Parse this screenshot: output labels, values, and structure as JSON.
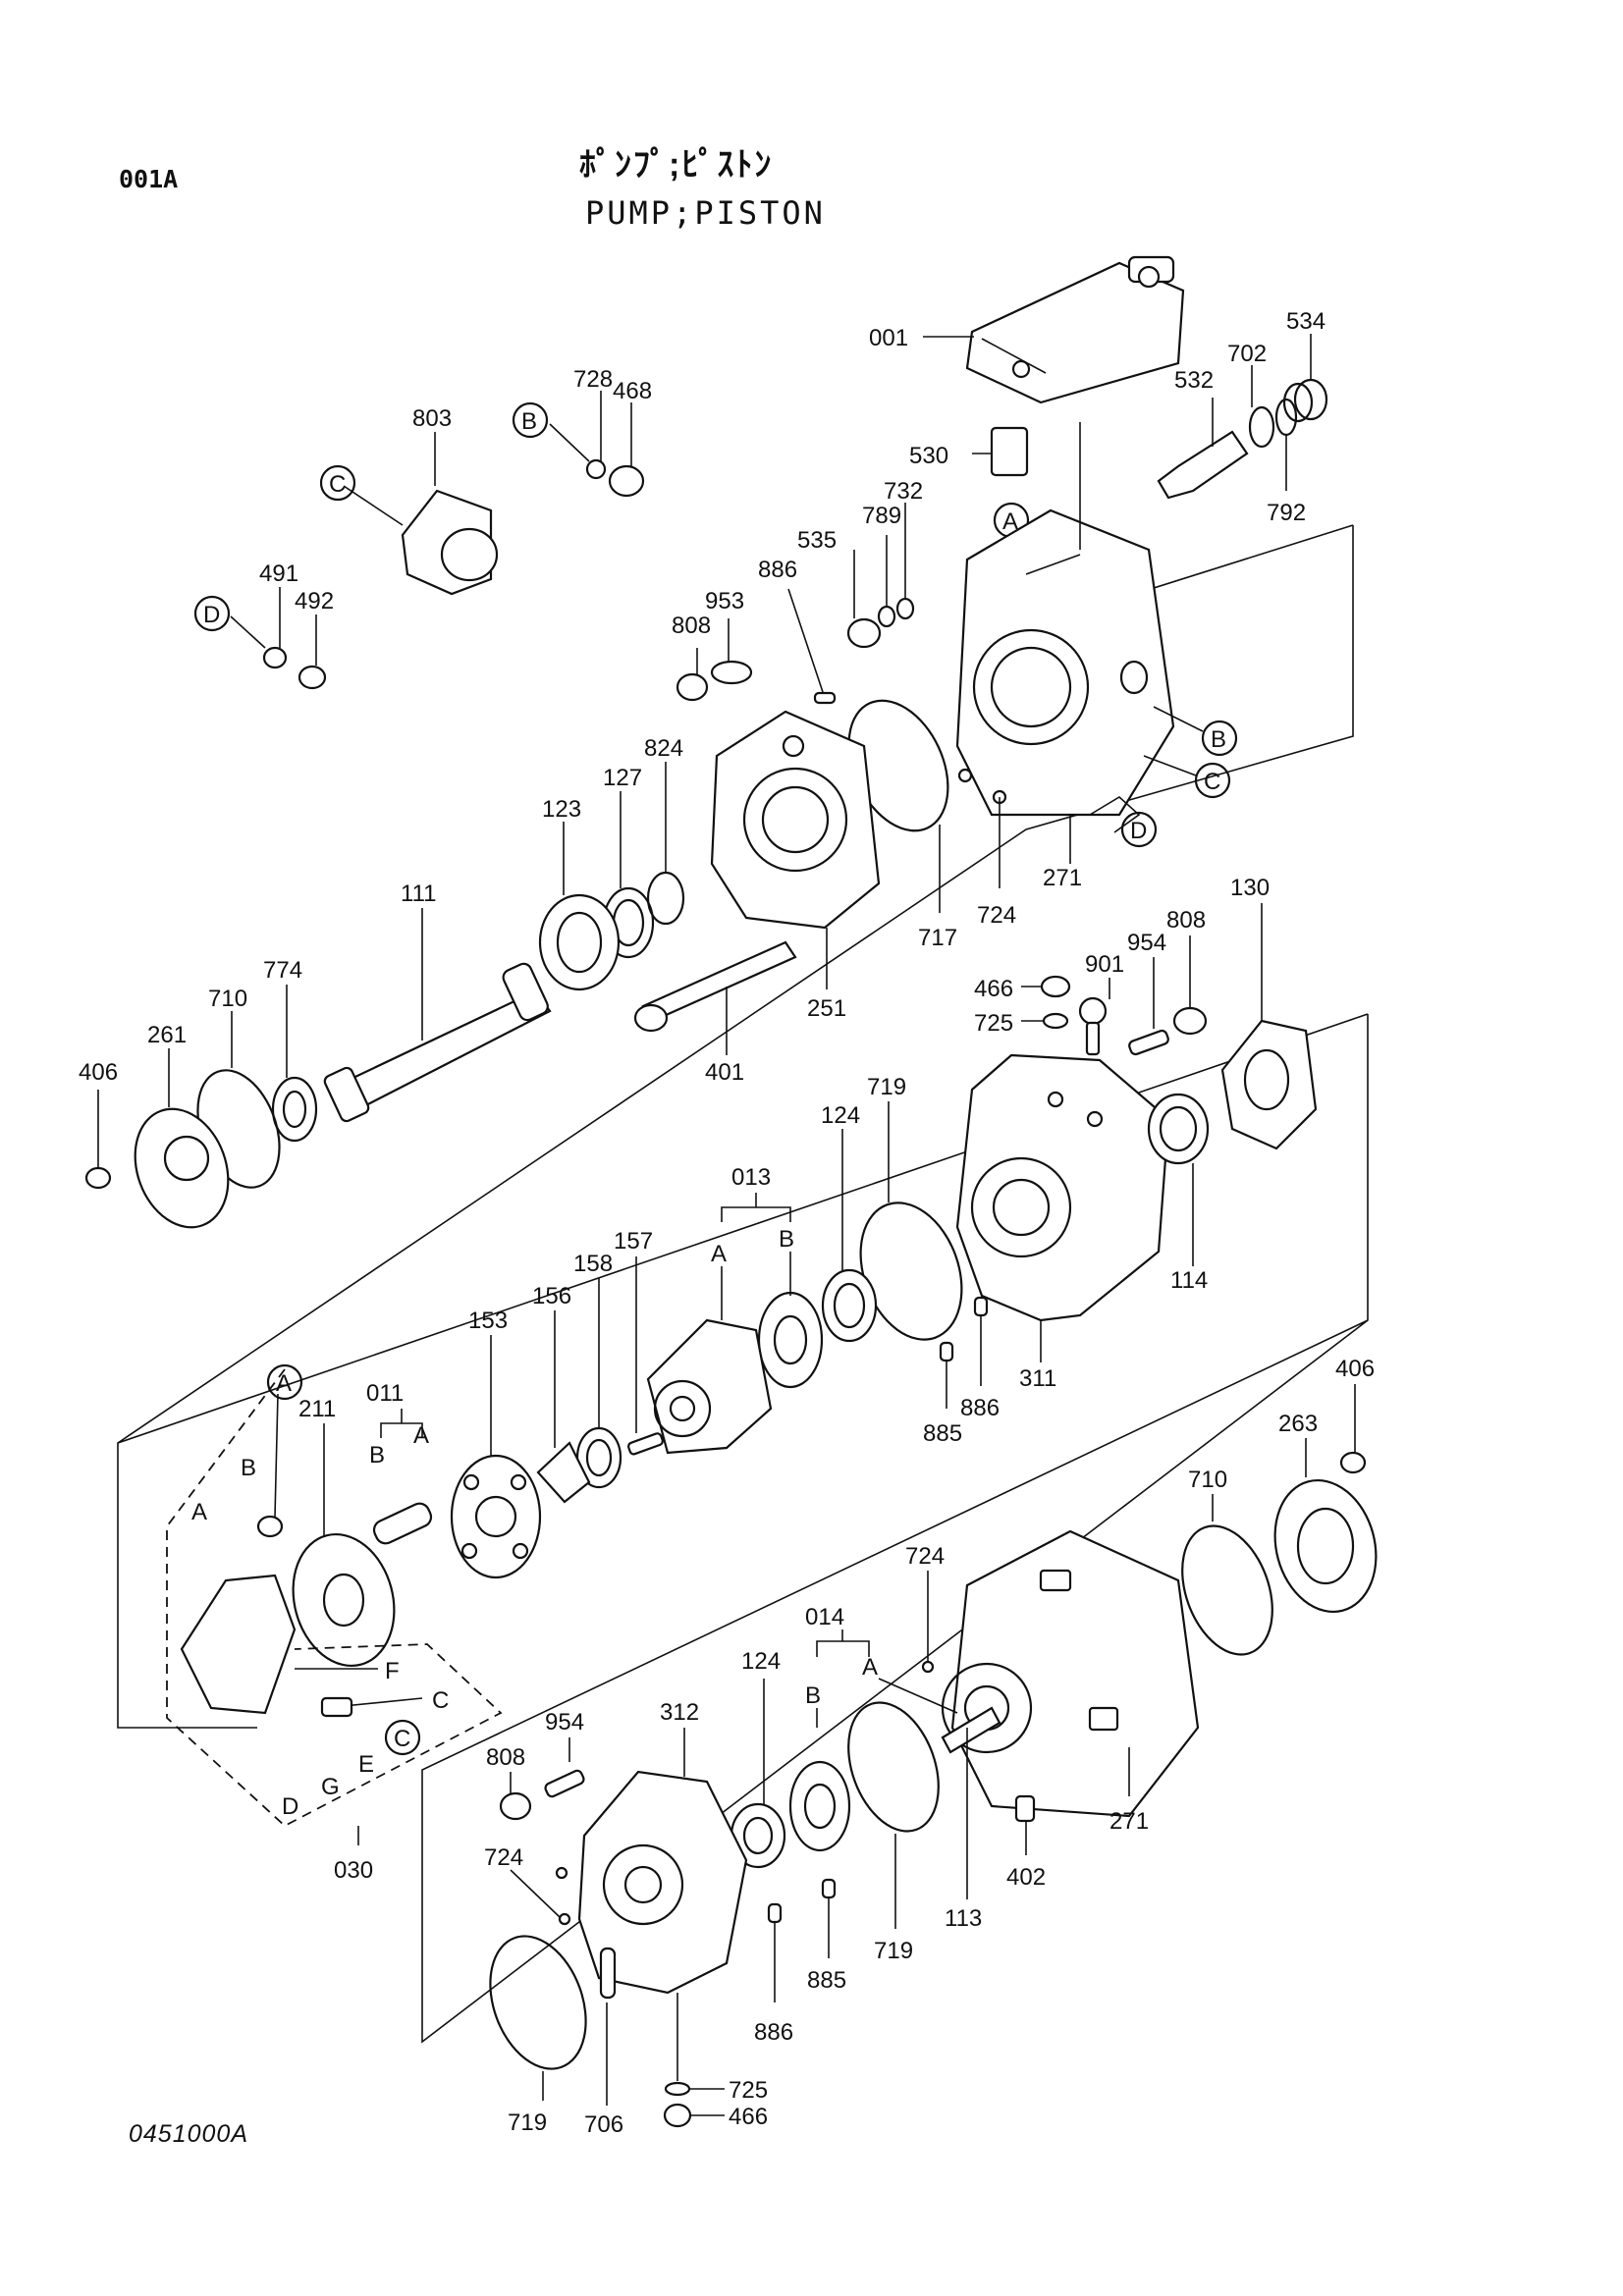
{
  "page_code": "001A",
  "title_jp": "ﾎﾟﾝﾌﾟ;ﾋﾟｽﾄﾝ",
  "title_en": "PUMP;PISTON",
  "footer_code": "0451000A",
  "callouts": {
    "c_001": "001",
    "c_534": "534",
    "c_702": "702",
    "c_532": "532",
    "c_792": "792",
    "c_728": "728",
    "c_468": "468",
    "c_803": "803",
    "c_530": "530",
    "c_789": "789",
    "c_732": "732",
    "c_535": "535",
    "c_491": "491",
    "c_492": "492",
    "c_886a": "886",
    "c_953": "953",
    "c_808a": "808",
    "c_824": "824",
    "c_127": "127",
    "c_123": "123",
    "c_724a": "724",
    "c_271a": "271",
    "c_717": "717",
    "c_111": "111",
    "c_251": "251",
    "c_774": "774",
    "c_710a": "710",
    "c_261": "261",
    "c_406a": "406",
    "c_401": "401",
    "c_466a": "466",
    "c_725a": "725",
    "c_901": "901",
    "c_954a": "954",
    "c_808b": "808",
    "c_130": "130",
    "c_719a": "719",
    "c_124a": "124",
    "c_013": "013",
    "c_114": "114",
    "c_157": "157",
    "c_158": "158",
    "c_156": "156",
    "c_153": "153",
    "c_311": "311",
    "c_886b": "886",
    "c_885a": "885",
    "c_011": "011",
    "c_211": "211",
    "c_406b": "406",
    "c_263": "263",
    "c_710b": "710",
    "c_724b": "724",
    "c_014": "014",
    "c_124b": "124",
    "c_312": "312",
    "c_954b": "954",
    "c_808c": "808",
    "c_724c": "724",
    "c_113": "113",
    "c_402": "402",
    "c_271b": "271",
    "c_719b": "719",
    "c_885b": "885",
    "c_886c": "886",
    "c_725b": "725",
    "c_466b": "466",
    "c_719c": "719",
    "c_706": "706",
    "c_030": "030"
  },
  "letters": {
    "A": "A",
    "B": "B",
    "C": "C",
    "D": "D",
    "E": "E",
    "F": "F",
    "G": "G"
  }
}
